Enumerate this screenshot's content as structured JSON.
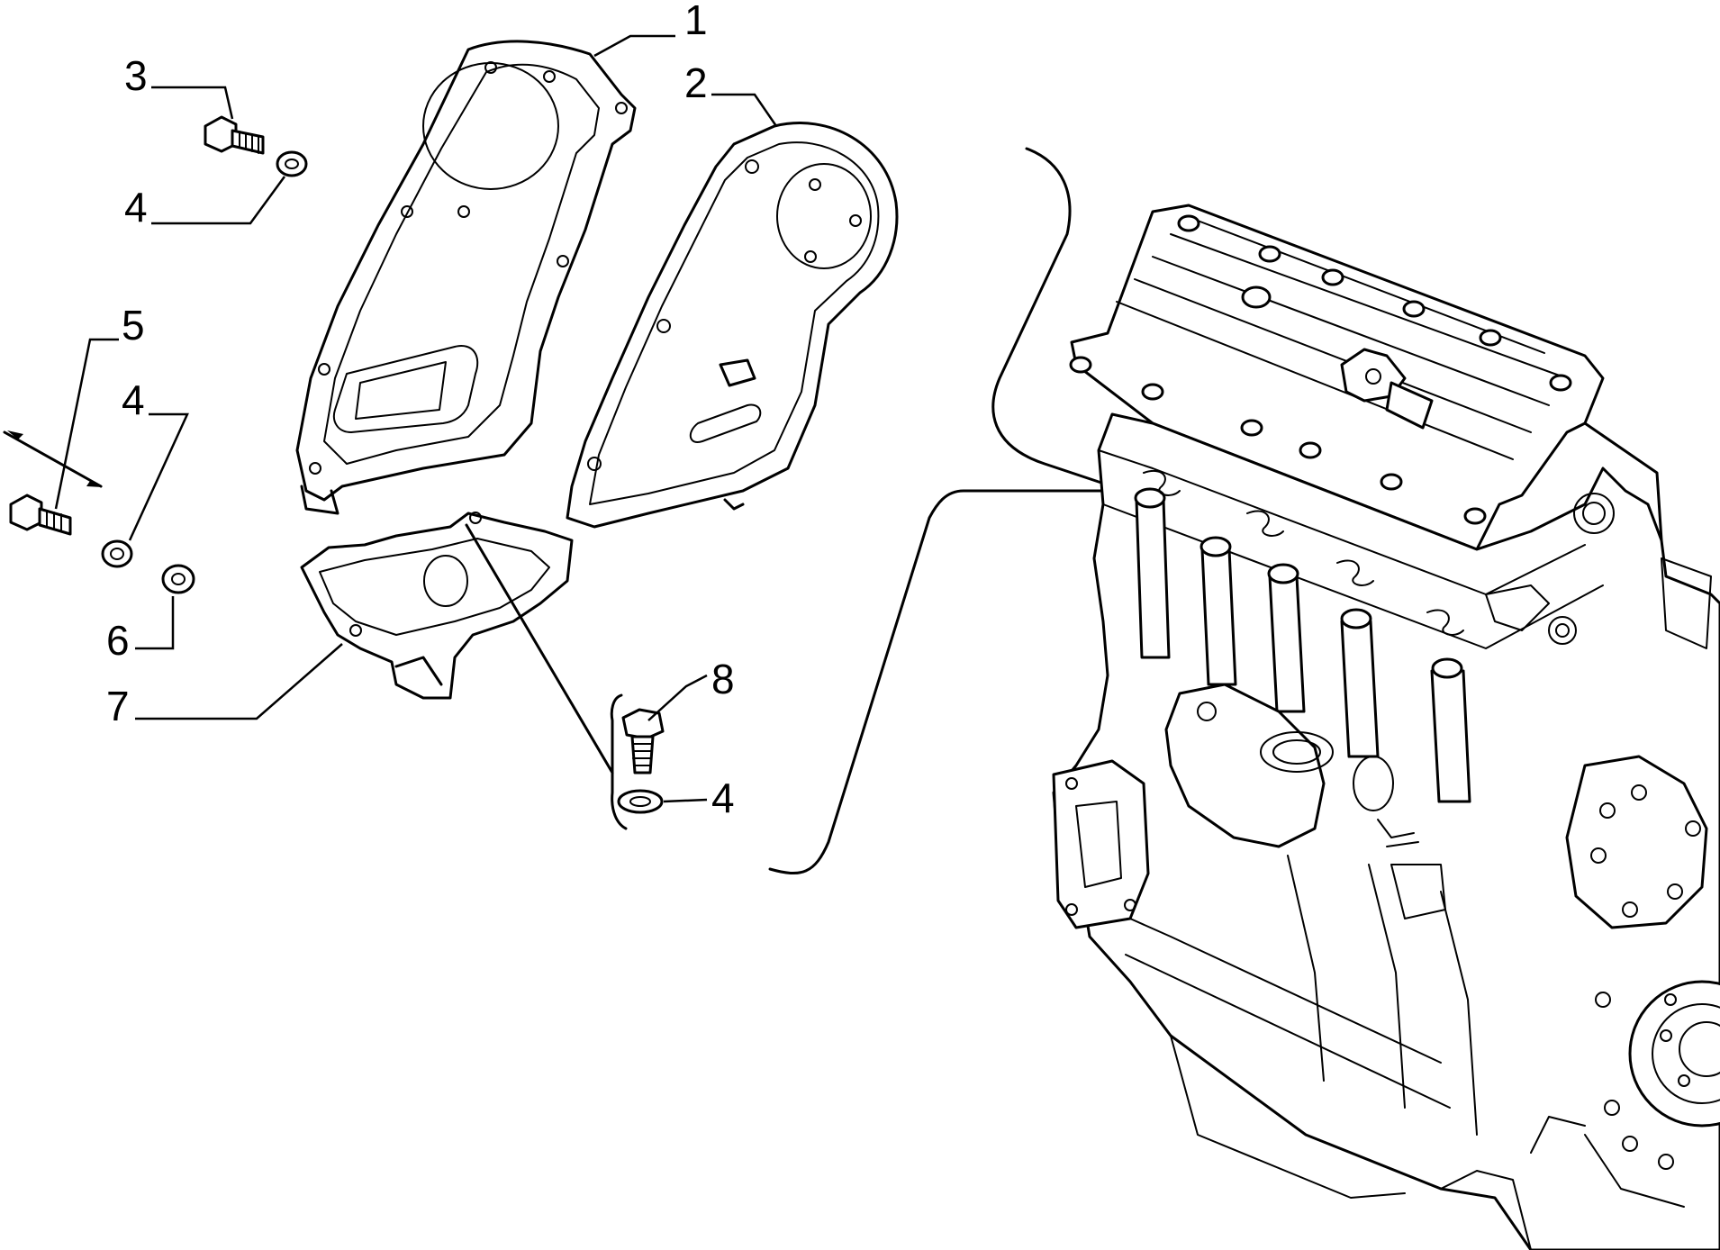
{
  "diagram": {
    "callouts": [
      {
        "id": "c1",
        "number": "1"
      },
      {
        "id": "c2",
        "number": "2"
      },
      {
        "id": "c3",
        "number": "3"
      },
      {
        "id": "c4a",
        "number": "4"
      },
      {
        "id": "c5",
        "number": "5"
      },
      {
        "id": "c4b",
        "number": "4"
      },
      {
        "id": "c6",
        "number": "6"
      },
      {
        "id": "c7",
        "number": "7"
      },
      {
        "id": "c8",
        "number": "8"
      },
      {
        "id": "c4c",
        "number": "4"
      }
    ],
    "parts": [
      {
        "ref": "1",
        "name": "timing-cover-inner-icon"
      },
      {
        "ref": "2",
        "name": "timing-cover-outer-icon"
      },
      {
        "ref": "3",
        "name": "flange-bolt-icon"
      },
      {
        "ref": "4",
        "name": "washer-icon"
      },
      {
        "ref": "5",
        "name": "bolt-icon"
      },
      {
        "ref": "6",
        "name": "washer-icon"
      },
      {
        "ref": "7",
        "name": "lower-cover-bracket-icon"
      },
      {
        "ref": "8",
        "name": "hex-bolt-icon"
      }
    ],
    "line_color": "#000000",
    "background": "#ffffff"
  }
}
